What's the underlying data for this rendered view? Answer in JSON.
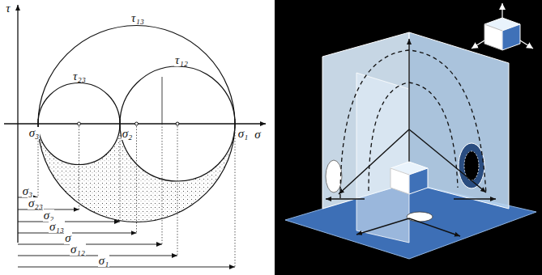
{
  "diagram": {
    "labels": [
      "τ",
      "σ",
      "τ₁₃",
      "τ₁₂",
      "τ₂₃",
      "σ₃",
      "σ₂",
      "σ₁",
      "σ₃",
      "σ₂₃",
      "σ₂",
      "σ₁₃",
      "σ",
      "σ₁₂",
      "σ₁"
    ]
  }
}
